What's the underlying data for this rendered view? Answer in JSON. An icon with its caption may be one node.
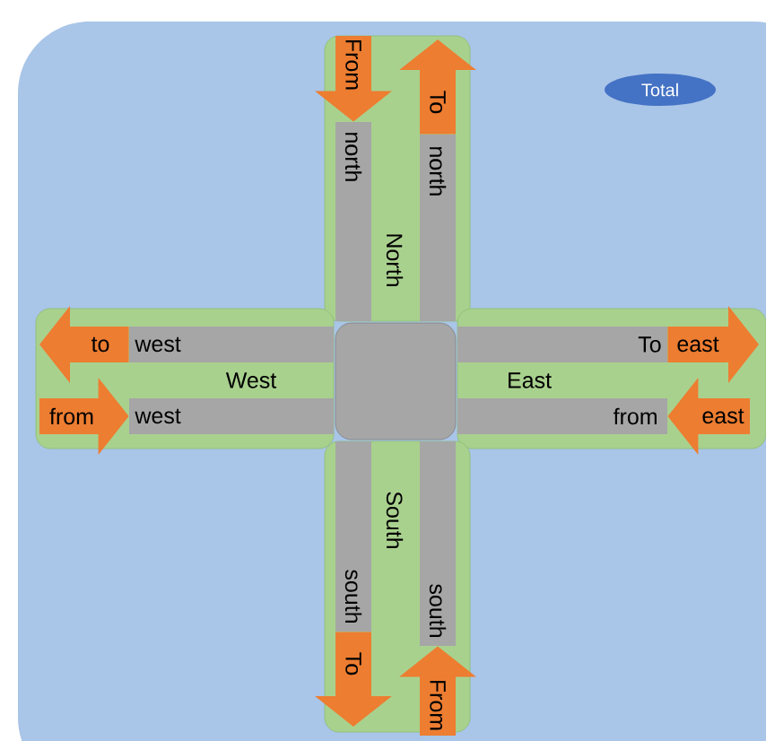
{
  "diagram": {
    "nodes": [
      {
        "text": [
          "Total"
        ]
      },
      {
        "text": [
          "North"
        ]
      },
      {
        "text": [
          "north"
        ],
        "in": 1
      },
      {
        "text": [
          "north"
        ],
        "in": 1
      },
      {
        "text": [
          "West"
        ]
      },
      {
        "text": [
          "west"
        ],
        "in": 4
      },
      {
        "text": [
          "west"
        ],
        "in": 4
      },
      {
        "text": [],
        "shape": "box"
      },
      {
        "text": [
          "East"
        ]
      },
      {
        "text": [
          "To"
        ],
        "in": 8
      },
      {
        "text": [
          "from"
        ],
        "in": 8
      },
      {
        "text": [
          "South"
        ]
      },
      {
        "text": [
          "south"
        ],
        "in": 11
      },
      {
        "text": [
          "south"
        ],
        "in": 11
      }
    ],
    "edges": [
      {
        "from": null,
        "to": 2,
        "arrow": "to",
        "label": "From"
      },
      {
        "from": 3,
        "to": null,
        "arrow": "to",
        "label": "To"
      },
      {
        "from": 5,
        "to": null,
        "arrow": "to",
        "label": "to"
      },
      {
        "from": null,
        "to": 6,
        "arrow": "to",
        "label": "from"
      },
      {
        "from": 9,
        "to": null,
        "arrow": "to",
        "label": "east"
      },
      {
        "from": null,
        "to": 10,
        "arrow": "to",
        "label": "east"
      },
      {
        "from": 12,
        "to": null,
        "arrow": "to",
        "label": "To"
      },
      {
        "from": null,
        "to": 13,
        "arrow": "to",
        "label": "From"
      }
    ]
  }
}
